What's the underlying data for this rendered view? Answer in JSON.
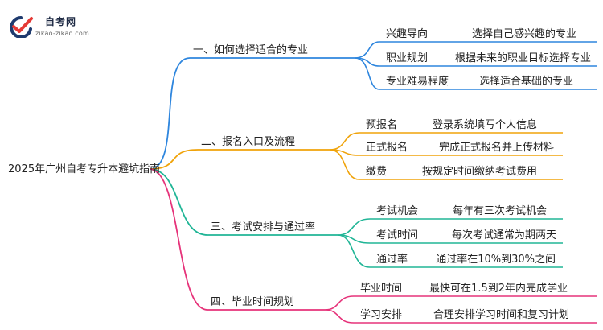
{
  "logo": {
    "name": "自考网",
    "domain": "zikao-zikao.com"
  },
  "colors": {
    "blue": "#2e86de",
    "orange": "#f0a30a",
    "teal": "#20b596",
    "pink": "#e6337a",
    "text": "#222222"
  },
  "mindmap": {
    "root": "2025年广州自考专升本避坑指南",
    "branches": [
      {
        "title": "一、如何选择适合的专业",
        "color": "blue",
        "children": [
          {
            "label": "兴趣导向",
            "desc": "选择自己感兴趣的专业"
          },
          {
            "label": "职业规划",
            "desc": "根据未来的职业目标选择专业"
          },
          {
            "label": "专业难易程度",
            "desc": "选择适合基础的专业"
          }
        ]
      },
      {
        "title": "二、报名入口及流程",
        "color": "orange",
        "children": [
          {
            "label": "预报名",
            "desc": "登录系统填写个人信息"
          },
          {
            "label": "正式报名",
            "desc": "完成正式报名并上传材料"
          },
          {
            "label": "缴费",
            "desc": "按规定时间缴纳考试费用"
          }
        ]
      },
      {
        "title": "三、考试安排与通过率",
        "color": "teal",
        "children": [
          {
            "label": "考试机会",
            "desc": "每年有三次考试机会"
          },
          {
            "label": "考试时间",
            "desc": "每次考试通常为期两天"
          },
          {
            "label": "通过率",
            "desc": "通过率在10%到30%之间"
          }
        ]
      },
      {
        "title": "四、毕业时间规划",
        "color": "pink",
        "children": [
          {
            "label": "毕业时间",
            "desc": "最快可在1.5到2年内完成学业"
          },
          {
            "label": "学习安排",
            "desc": "合理安排学习时间和复习计划"
          }
        ]
      }
    ]
  }
}
